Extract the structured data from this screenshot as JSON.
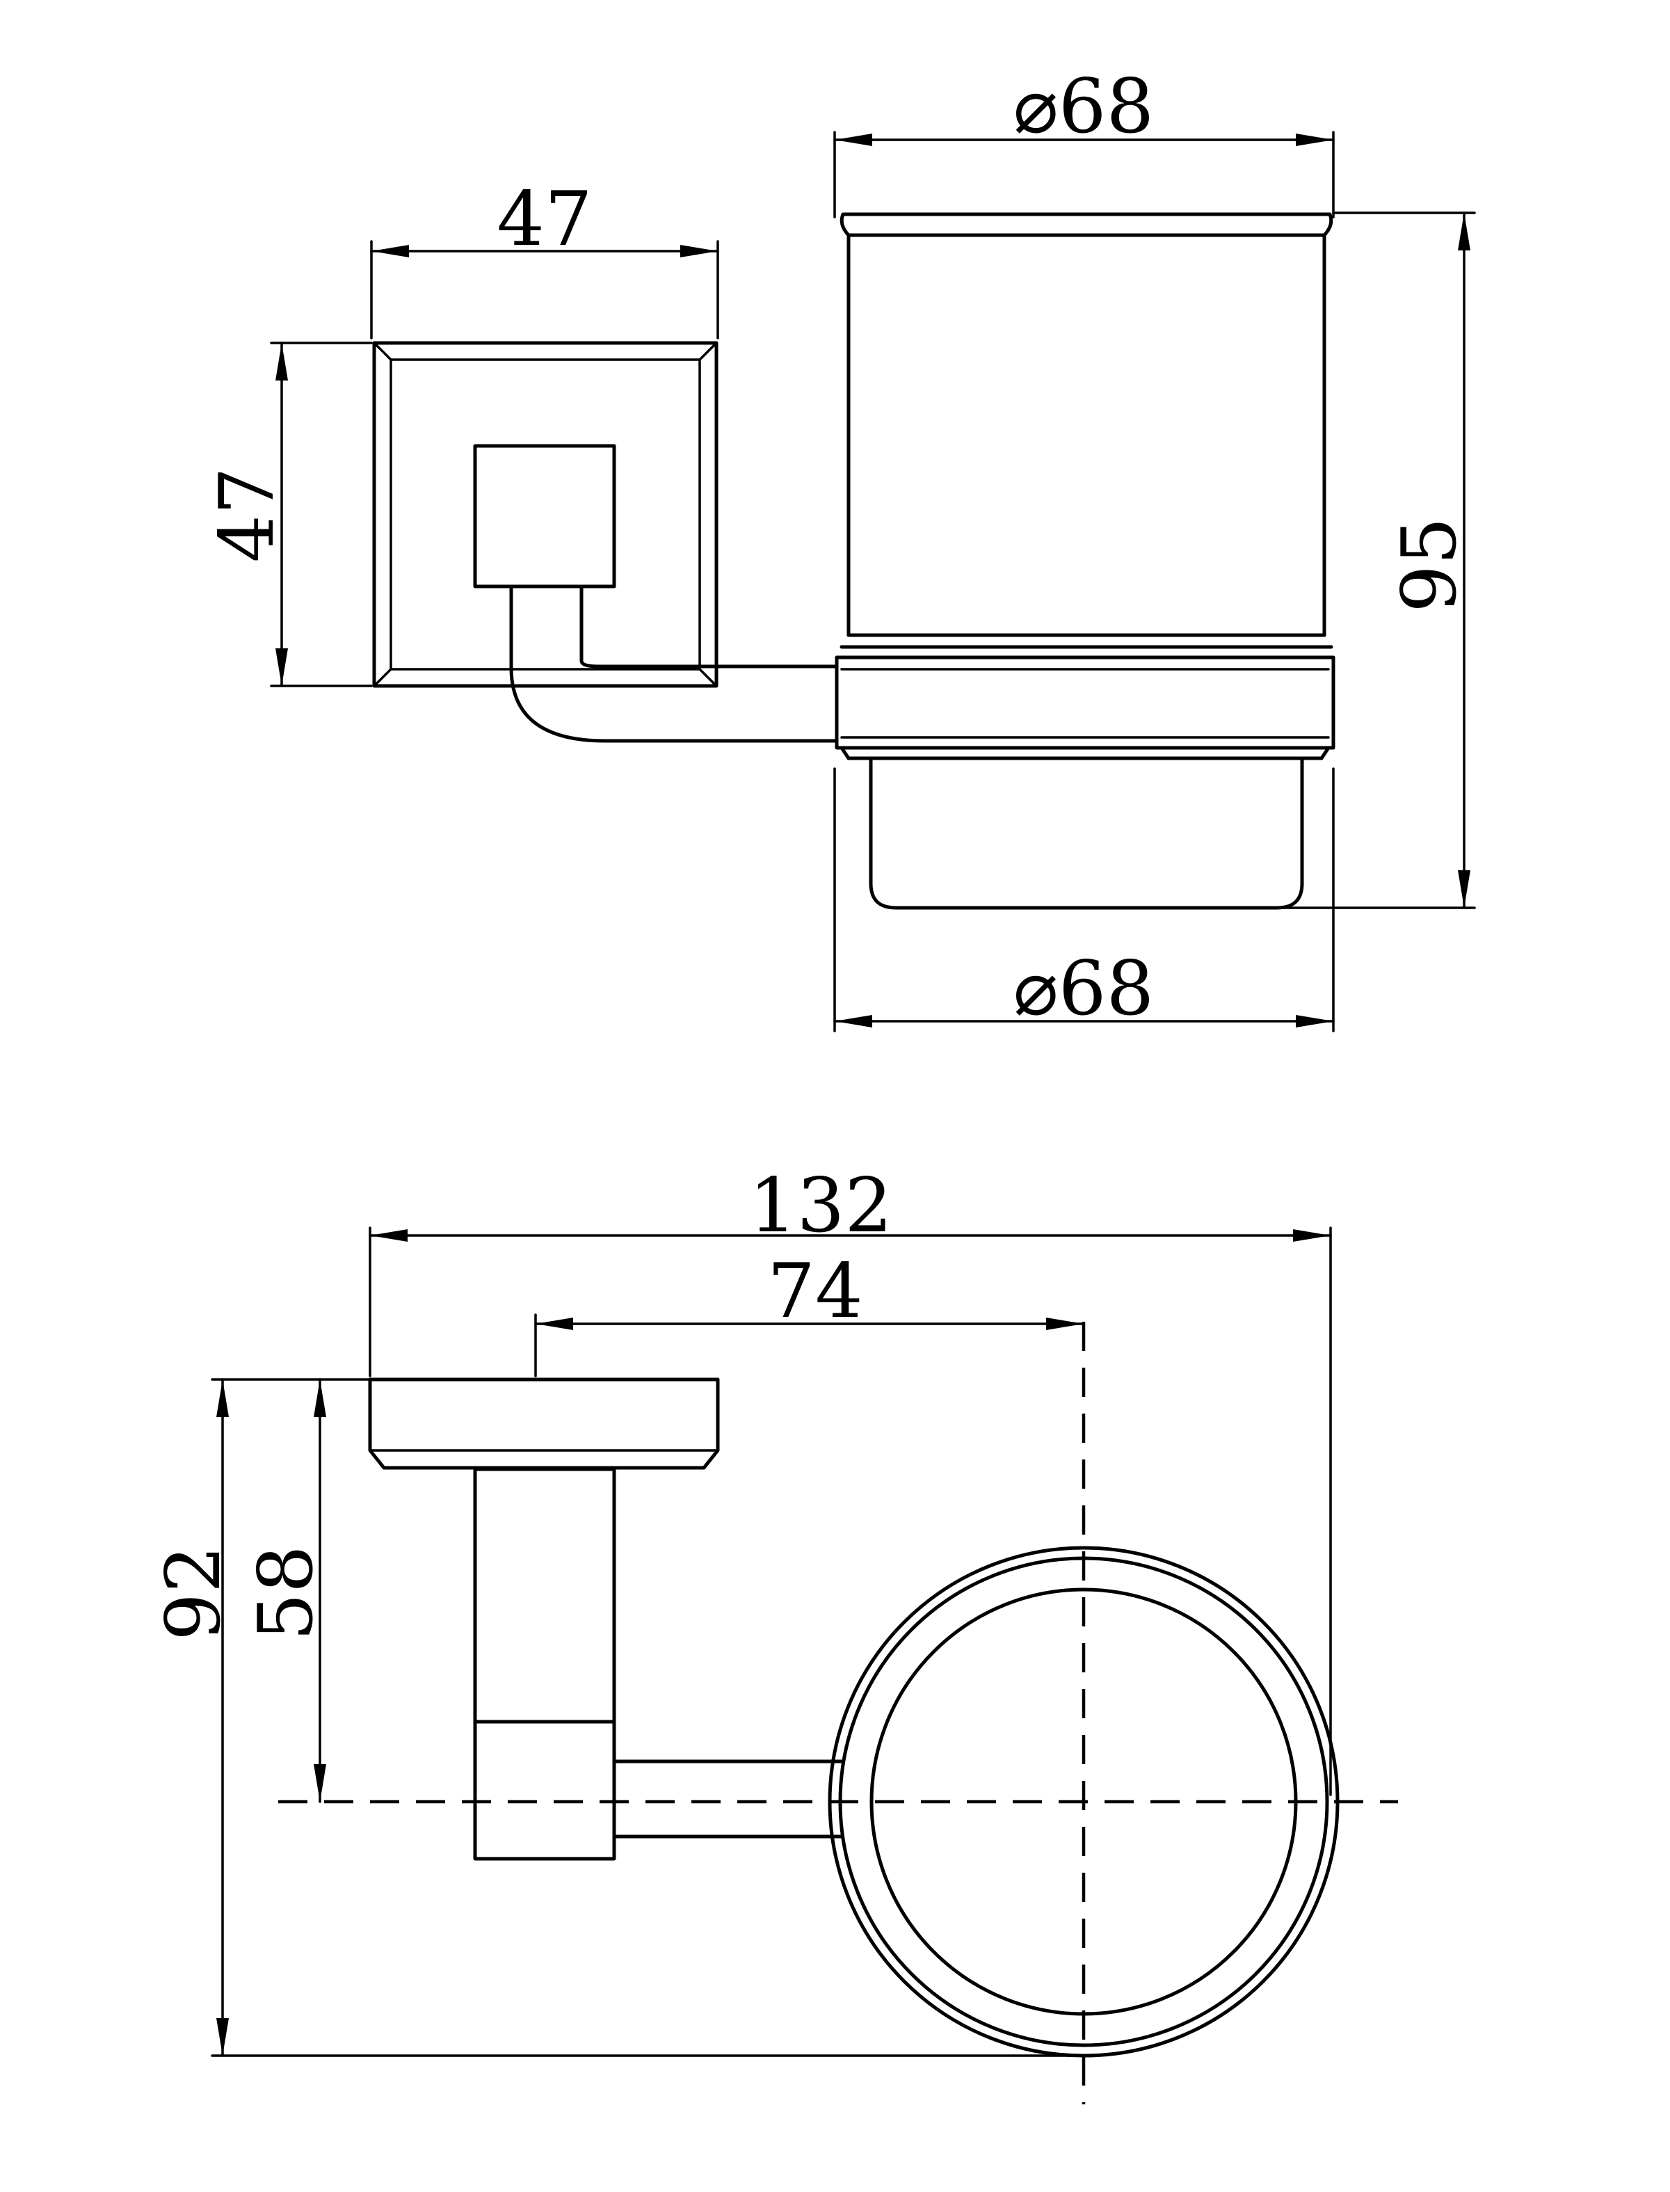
{
  "drawing": {
    "type": "technical dimension drawing",
    "views": [
      "side-view",
      "top-view"
    ]
  },
  "dimensions": {
    "cup_top_diameter": "⌀68",
    "base_width": "47",
    "base_height": "47",
    "cup_height": "95",
    "cup_bottom_diameter": "⌀68",
    "overall_length": "132",
    "center_offset": "74",
    "overall_depth": "92",
    "plate_to_center": "58"
  },
  "colors": {
    "line": "#000000",
    "background": "#ffffff"
  }
}
